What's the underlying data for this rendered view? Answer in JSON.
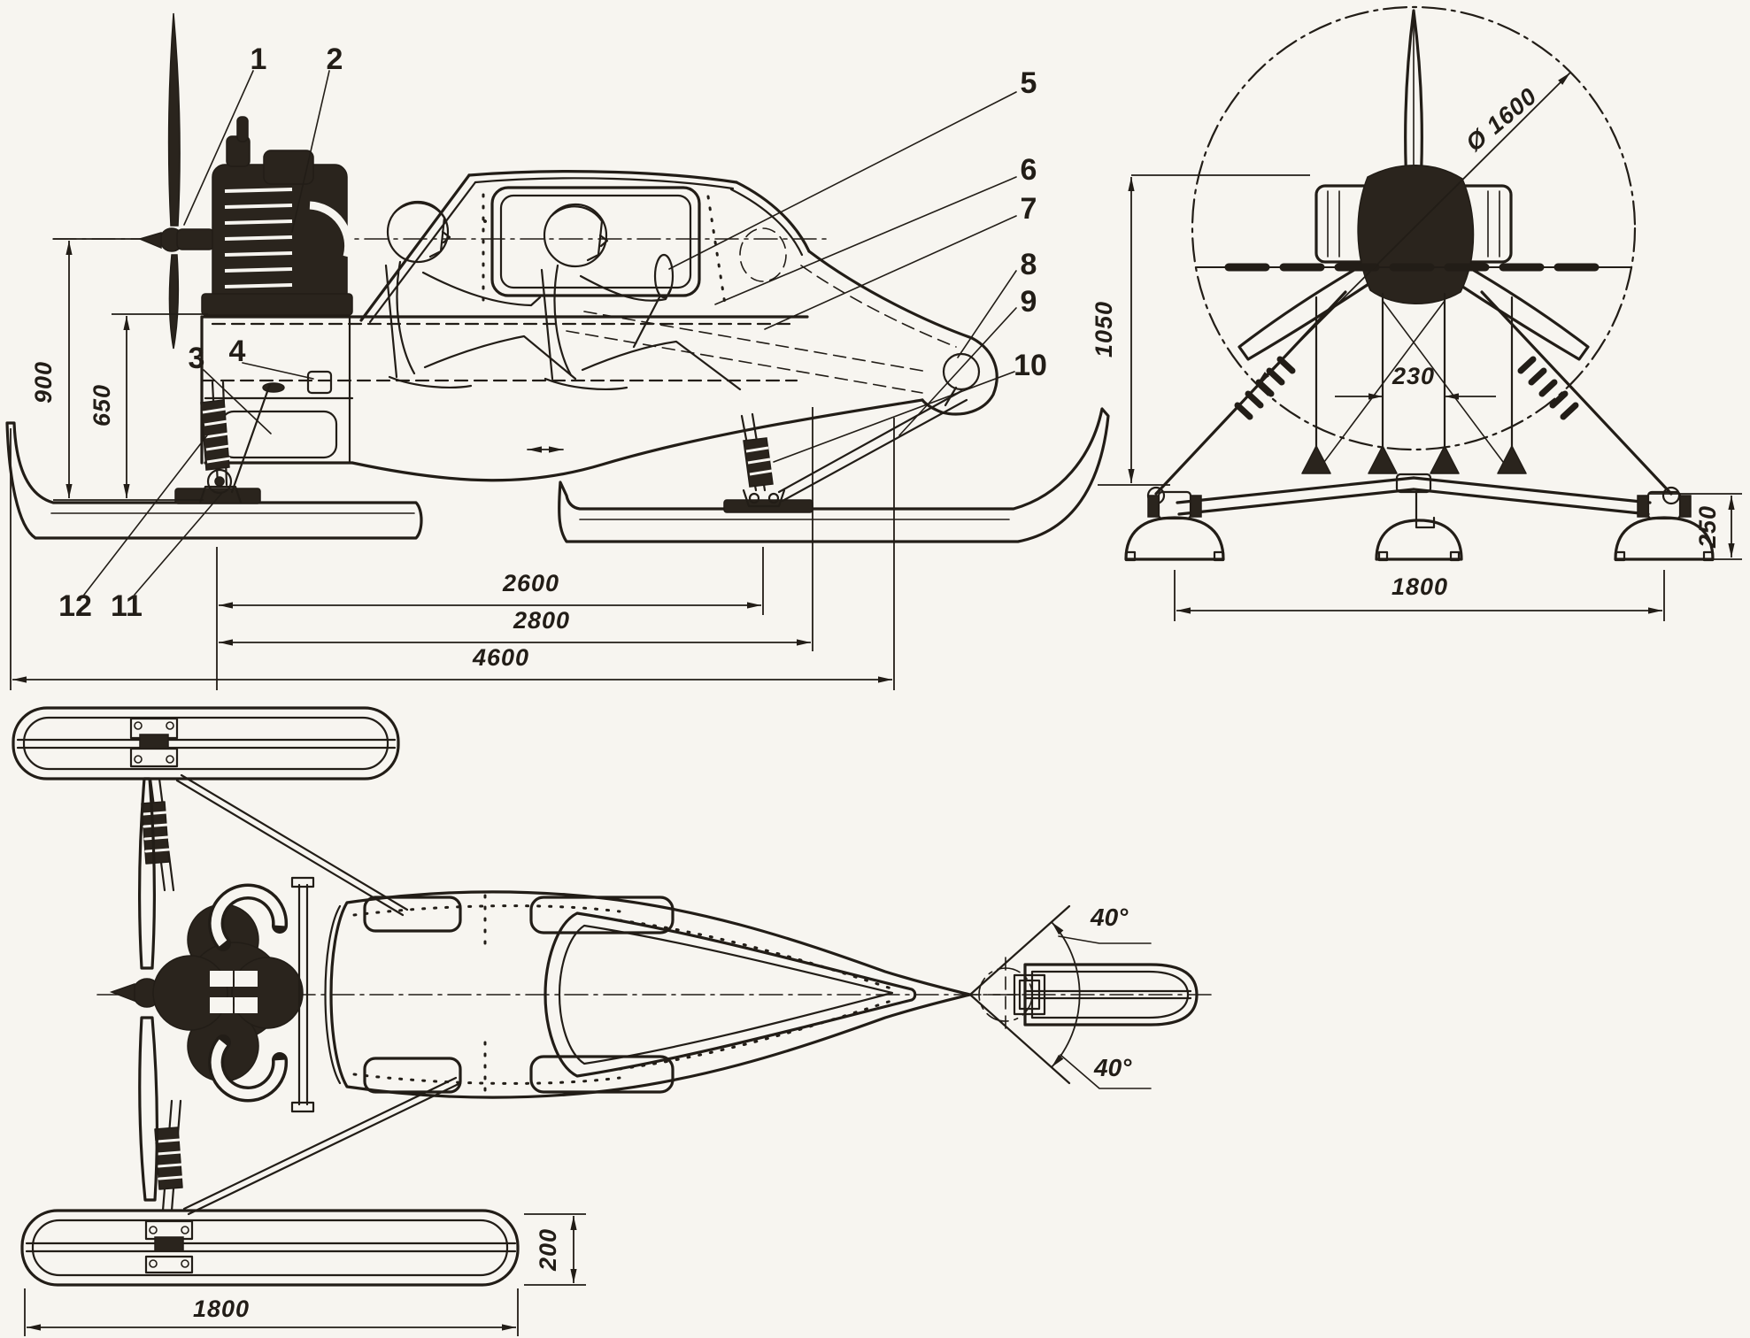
{
  "meta": {
    "description": "Three-view technical blueprint of a two-seat propeller-driven aerosled on three skis",
    "views": {
      "side": "side view",
      "front": "front view",
      "top": "top (plan) view"
    }
  },
  "colors": {
    "ink": "#221d17",
    "paper": "#f7f5f0",
    "dark_fill": "#2a241d"
  },
  "callouts": {
    "c1": "1",
    "c2": "2",
    "c3": "3",
    "c4": "4",
    "c5": "5",
    "c6": "6",
    "c7": "7",
    "c8": "8",
    "c9": "9",
    "c10": "10",
    "c11": "11",
    "c12": "12"
  },
  "dimensions": {
    "side": {
      "axis_height": "900",
      "frame_height": "650",
      "ski_base": "2600",
      "frame_length": "2800",
      "overall_length": "4600"
    },
    "front": {
      "height": "1050",
      "strut_spacing": "230",
      "prop_diameter": "Ø 1600",
      "track": "1800",
      "ski_height": "250"
    },
    "top": {
      "steer_angle_upper": "40°",
      "steer_angle_lower": "40°",
      "ski_length": "1800",
      "ski_width": "200"
    }
  }
}
